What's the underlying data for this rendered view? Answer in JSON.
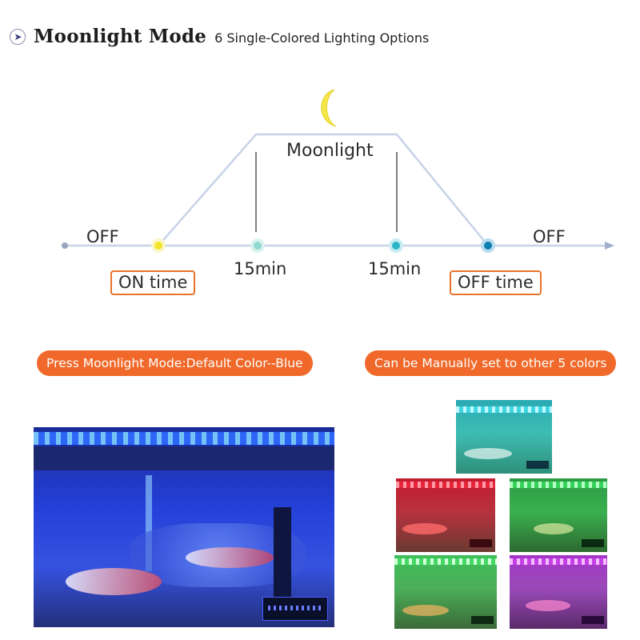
{
  "header": {
    "title": "Moonlight Mode",
    "subtitle": "6 Single-Colored Lighting Options"
  },
  "diagram": {
    "peak_label": "Moonlight",
    "off_left": "OFF",
    "off_right": "OFF",
    "on_time": "ON time",
    "off_time": "OFF time",
    "ramp_up": "15min",
    "ramp_down": "15min"
  },
  "buttons": {
    "default_color": "Press Moonlight Mode:Default Color--Blue",
    "manual_colors": "Can be Manually set to other 5 colors"
  },
  "colors": {
    "accent_orange": "#f0692a",
    "moon_yellow": "#f6e64a",
    "timeline": "#c7d3e6",
    "photo_blue": "#2438d6",
    "photo_cyan": "#2fb3b0",
    "photo_red": "#c21f2e",
    "photo_green": "#2fa649",
    "photo_lightgreen": "#3cbf5a",
    "photo_purple": "#a336c8"
  }
}
